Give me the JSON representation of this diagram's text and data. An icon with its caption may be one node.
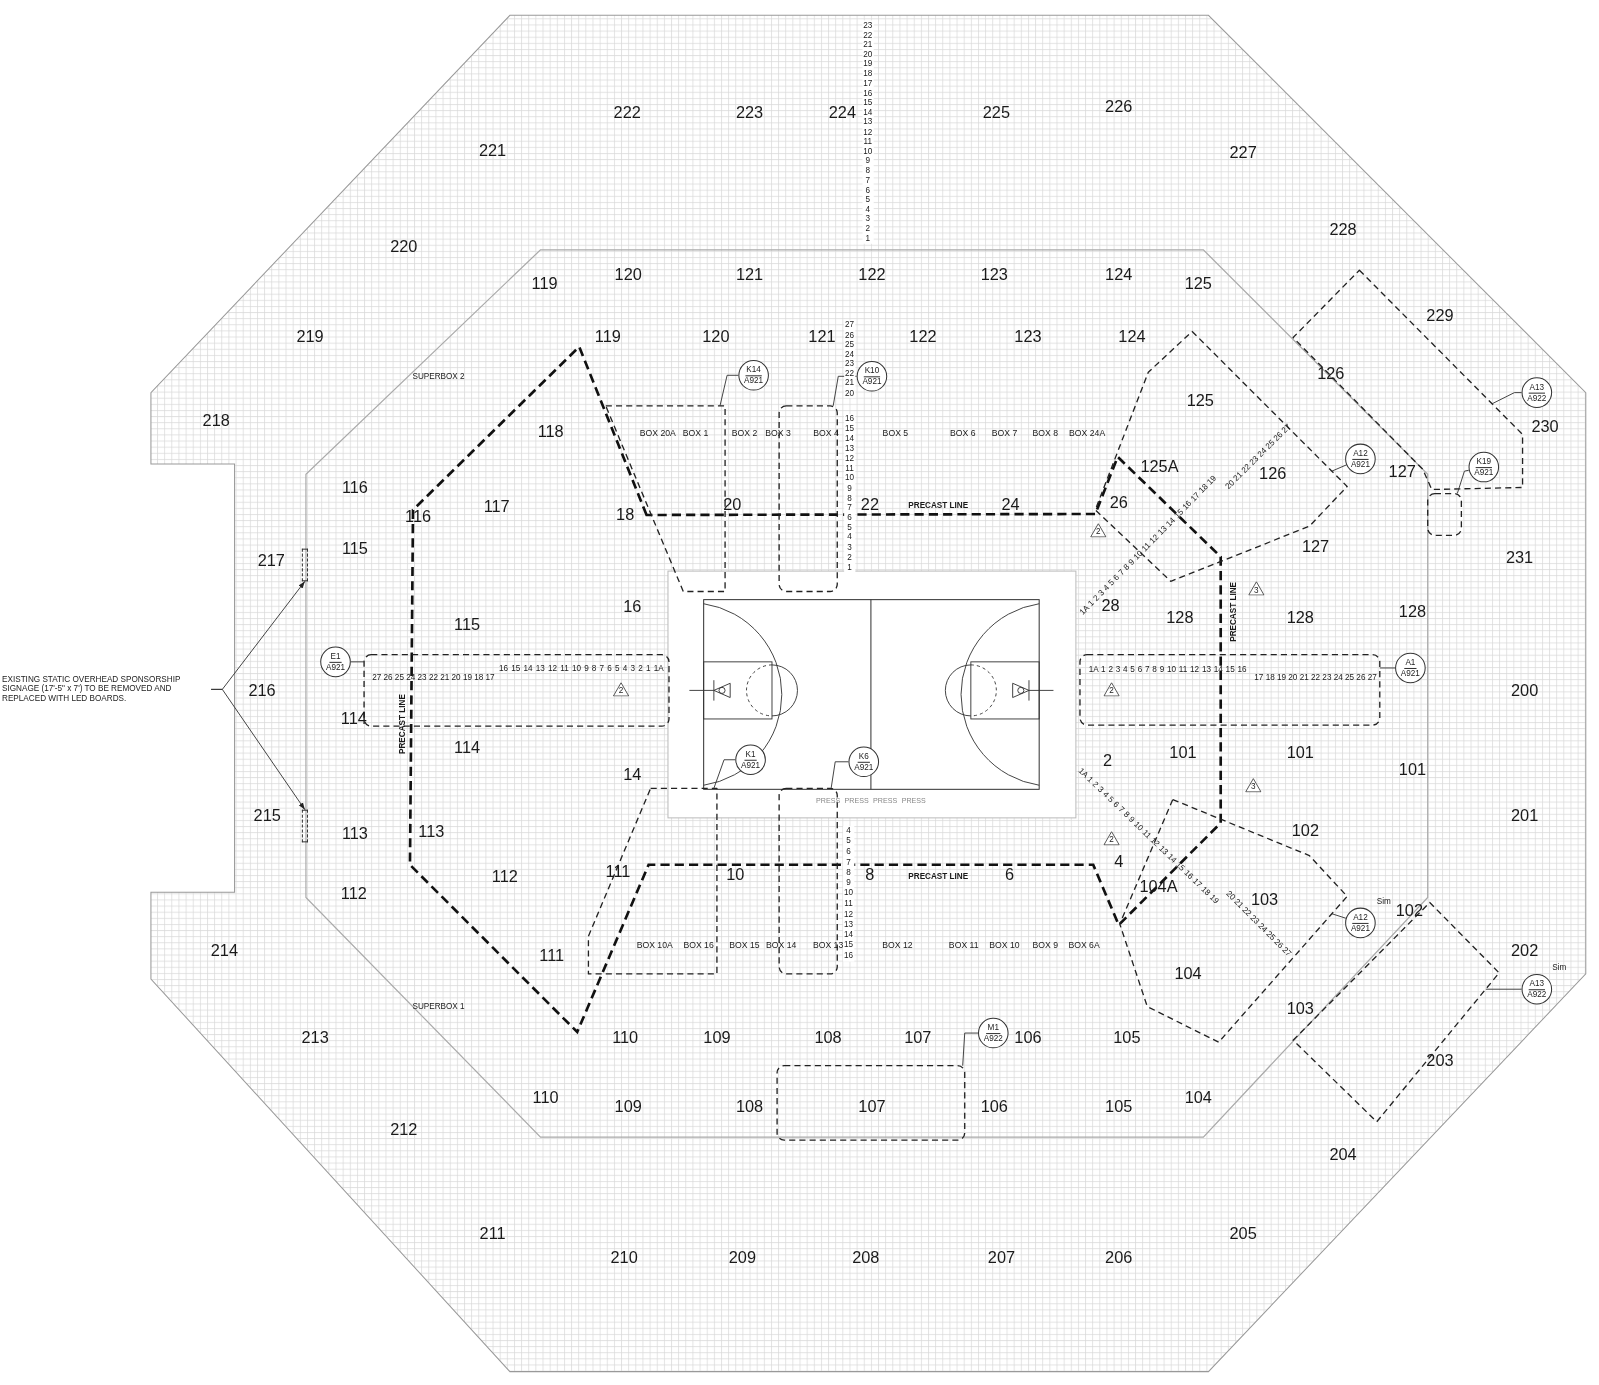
{
  "diagram": {
    "nodes": [
      {
        "text": [
          "EXISTING STATIC OVERHEAD SPONSORSHIP SIGNAGE (17'-5\" x 7') TO BE REMOVED AND REPLACED WITH LED BOARDS."
        ]
      },
      {
        "text": [],
        "shape": "bar"
      },
      {
        "text": [],
        "shape": "bar"
      },
      {
        "text": [
          "K14",
          "A921"
        ]
      },
      {
        "text": [
          "K10",
          "A921"
        ]
      },
      {
        "text": [
          "A13",
          "A922"
        ]
      },
      {
        "text": [
          "A12",
          "A921"
        ]
      },
      {
        "text": [],
        "shape": "polygon"
      },
      {
        "text": [
          "K19",
          "A921"
        ],
        "in": 7
      },
      {
        "text": [],
        "shape": "polygon"
      },
      {
        "text": [],
        "shape": "box"
      },
      {
        "text": [],
        "shape": "polygon"
      },
      {
        "text": [],
        "shape": "box"
      },
      {
        "text": [
          "E1",
          "A921"
        ]
      },
      {
        "text": [
          "A1",
          "A921"
        ]
      },
      {
        "text": [],
        "shape": "box"
      },
      {
        "text": [],
        "shape": "box"
      },
      {
        "text": [
          "K1",
          "A921"
        ]
      },
      {
        "text": [
          "K6",
          "A921"
        ]
      },
      {
        "text": [],
        "shape": "polygon"
      },
      {
        "text": [],
        "shape": "box"
      },
      {
        "text": [
          "A12",
          "A921"
        ],
        "beside": [
          "Sim"
        ]
      },
      {
        "text": [
          "A13",
          "A922"
        ],
        "beside": [
          "Sim"
        ]
      },
      {
        "text": [],
        "shape": "polygon"
      },
      {
        "text": [],
        "shape": "polygon"
      },
      {
        "text": [
          "M1",
          "A922"
        ]
      },
      {
        "text": [],
        "shape": "box"
      }
    ],
    "edges": [
      {
        "from": 0,
        "to": 1,
        "arrow": "to"
      },
      {
        "from": 0,
        "to": 2,
        "arrow": "to"
      },
      {
        "from": 3,
        "to": 9,
        "arrow": "none"
      },
      {
        "from": 4,
        "to": 10,
        "arrow": "none"
      },
      {
        "from": 5,
        "to": 7,
        "arrow": "none"
      },
      {
        "from": 6,
        "to": 11,
        "arrow": "none"
      },
      {
        "from": 8,
        "to": 12,
        "arrow": "none"
      },
      {
        "from": 13,
        "to": 15,
        "arrow": "none"
      },
      {
        "from": 14,
        "to": 16,
        "arrow": "none"
      },
      {
        "from": 17,
        "to": 19,
        "arrow": "none"
      },
      {
        "from": 18,
        "to": 20,
        "arrow": "none"
      },
      {
        "from": 21,
        "to": 23,
        "arrow": "none"
      },
      {
        "from": 22,
        "to": 24,
        "arrow": "none"
      },
      {
        "from": 25,
        "to": 26,
        "arrow": "none"
      }
    ],
    "labels": [
      "23 22 21 20 19 18 17 16 15 14 13 12 11 10 9 8 7 6 5 4 3 2 1",
      "222",
      "223",
      "224",
      "225",
      "226",
      "221",
      "227",
      "220",
      "228",
      "119",
      "120",
      "121",
      "122",
      "123",
      "124",
      "125",
      "229",
      "219",
      "119",
      "120",
      "121",
      "27 26 25 24 23 22 21 20",
      "122",
      "123",
      "124",
      "SUPERBOX 2",
      "126",
      "125",
      "218",
      "118",
      "BOX 20A",
      "BOX 1",
      "BOX 2",
      "BOX 3",
      "BOX 4",
      "BOX 5",
      "BOX 6",
      "BOX 7",
      "BOX 8",
      "BOX 24A",
      "230",
      "16 15 14 13 12 11 10 9 8 7 6 5 4 3 2 1",
      "20 21 22 23 24 25 26 27",
      "125A",
      "126",
      "127",
      "116",
      "116",
      "117",
      "18",
      "20",
      "22",
      "PRECAST LINE",
      "24",
      "26",
      "217",
      "115",
      "2",
      "1A 1 2 3 4 5 6 7 8 9 10 11 12 13 14 15 16 17 18 19",
      "127",
      "231",
      "115",
      "16",
      "28",
      "128",
      "PRECAST LINE",
      "3",
      "128",
      "128",
      "27 26 25 24 23 22 21 20 19 18 17",
      "16 15 14 13 12 11 10 9 8 7 6 5 4 3 2 1 1A",
      "1A 1 2 3 4 5 6 7 8 9 10 11 12 13 14 15 16",
      "17 18 19 20 21 22 23 24 25 26 27",
      "216",
      "2",
      "2",
      "200",
      "114",
      "PRECAST LINE",
      "114",
      "14",
      "2",
      "101",
      "3",
      "101",
      "101",
      "PRESS",
      "PRESS",
      "PRESS",
      "PRESS",
      "215",
      "113",
      "113",
      "4 5 6 7 8 9 10 11 12 13 14 15 16",
      "2",
      "1A 1 2 3 4 5 6 7 8 9 10 11 12 13 14 15 16 17 18 19",
      "102",
      "201",
      "112",
      "112",
      "111",
      "10",
      "8",
      "PRECAST LINE",
      "6",
      "4",
      "104A",
      "103",
      "102",
      "214",
      "111",
      "BOX 10A",
      "BOX 16",
      "BOX 15",
      "BOX 14",
      "BOX 13",
      "BOX 12",
      "BOX 11",
      "BOX 10",
      "BOX 9",
      "BOX 6A",
      "20 21 22 23 24 25 26 27",
      "202",
      "104",
      "SUPERBOX 1",
      "103",
      "213",
      "110",
      "109",
      "108",
      "107",
      "106",
      "105",
      "203",
      "110",
      "109",
      "108",
      "107",
      "106",
      "105",
      "104",
      "212",
      "204",
      "211",
      "205",
      "210",
      "209",
      "208",
      "207",
      "206"
    ]
  }
}
